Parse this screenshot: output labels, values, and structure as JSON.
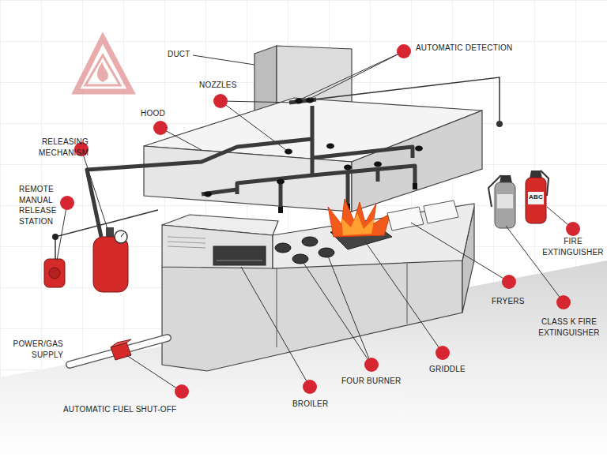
{
  "diagram": {
    "labels": [
      "DUCT",
      "AUTOMATIC DETECTION",
      "NOZZLES",
      "HOOD",
      "RELEASING MECHANISM",
      "REMOTE MANUAL RELEASE STATION",
      "ABC",
      "FIRE EXTINGUISHER",
      "FRYERS",
      "CLASS K FIRE EXTINGUISHER",
      "POWER/GAS SUPPLY",
      "AUTOMATIC FUEL SHUT-OFF",
      "BROILER",
      "FOUR BURNER",
      "GRIDDLE"
    ]
  }
}
